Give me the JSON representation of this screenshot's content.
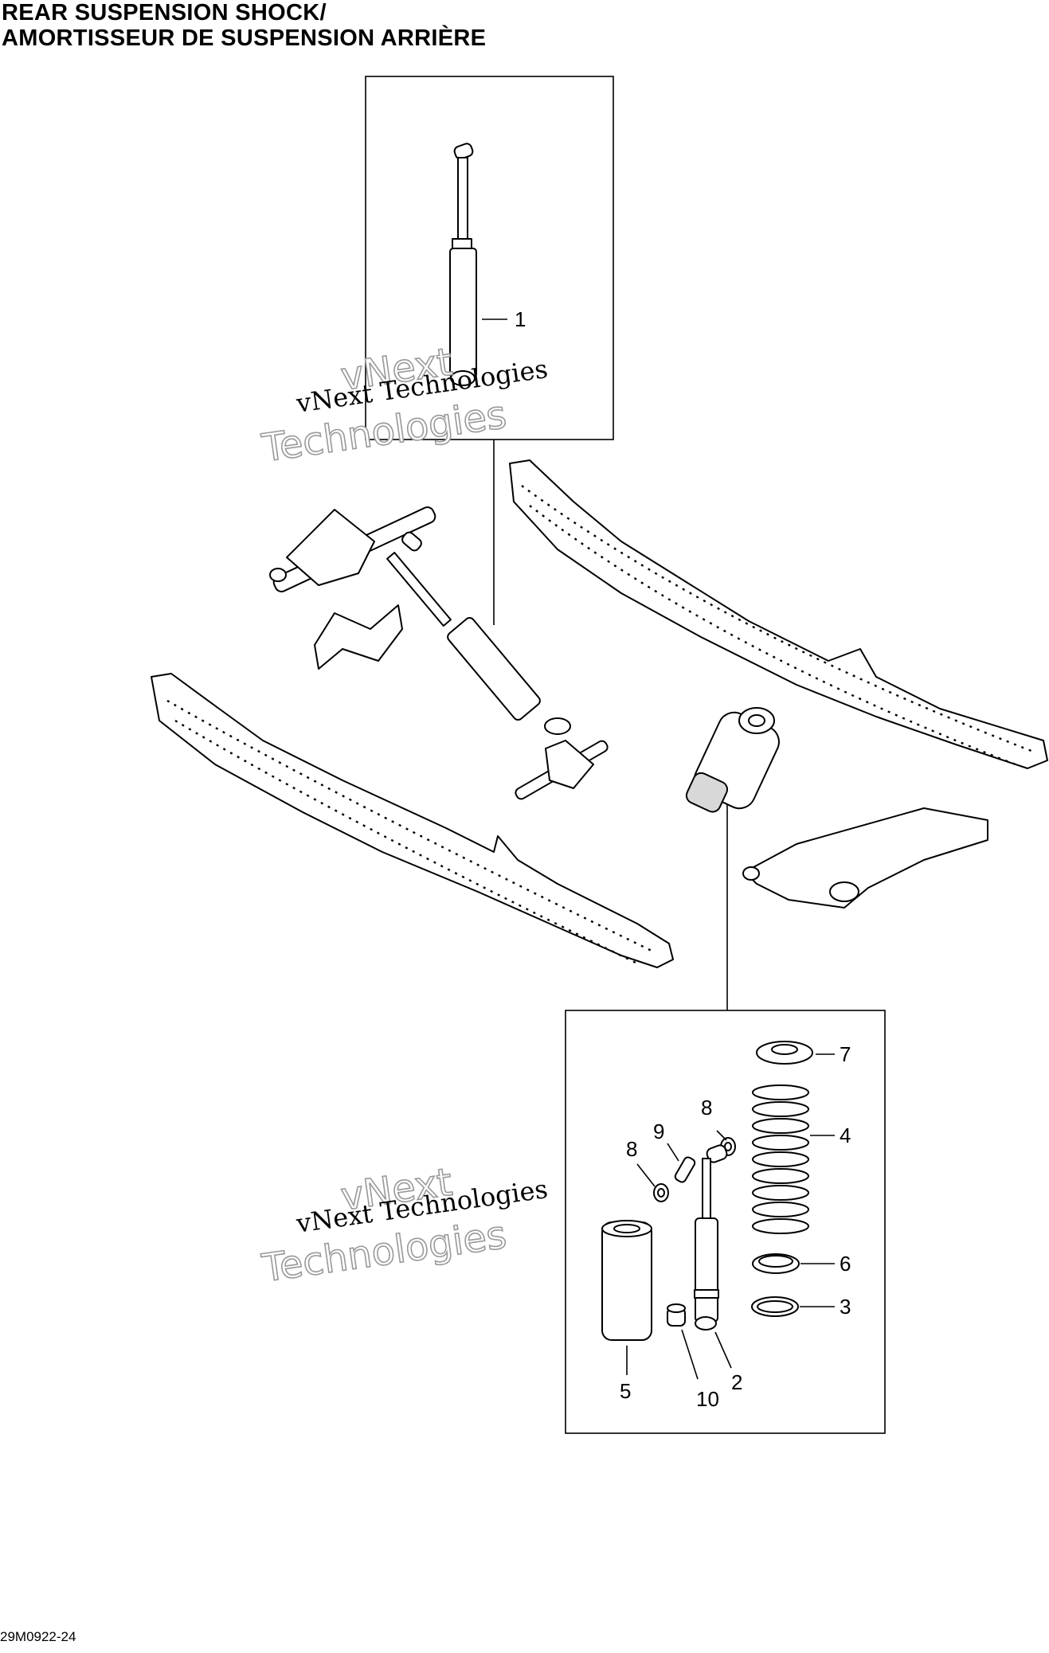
{
  "title_line1": "REAR SUSPENSION SHOCK/",
  "title_line2": "AMORTISSEUR DE SUSPENSION ARRIÈRE",
  "drawing_code": "29M0922-24",
  "watermark": {
    "line1": "vNext Technologies",
    "line2a": "vNext",
    "line2b": "Technologies"
  },
  "callouts": {
    "c1": "1",
    "c2": "2",
    "c3": "3",
    "c4": "4",
    "c5": "5",
    "c6": "6",
    "c7": "7",
    "c8a": "8",
    "c8b": "8",
    "c9": "9",
    "c10": "10"
  }
}
